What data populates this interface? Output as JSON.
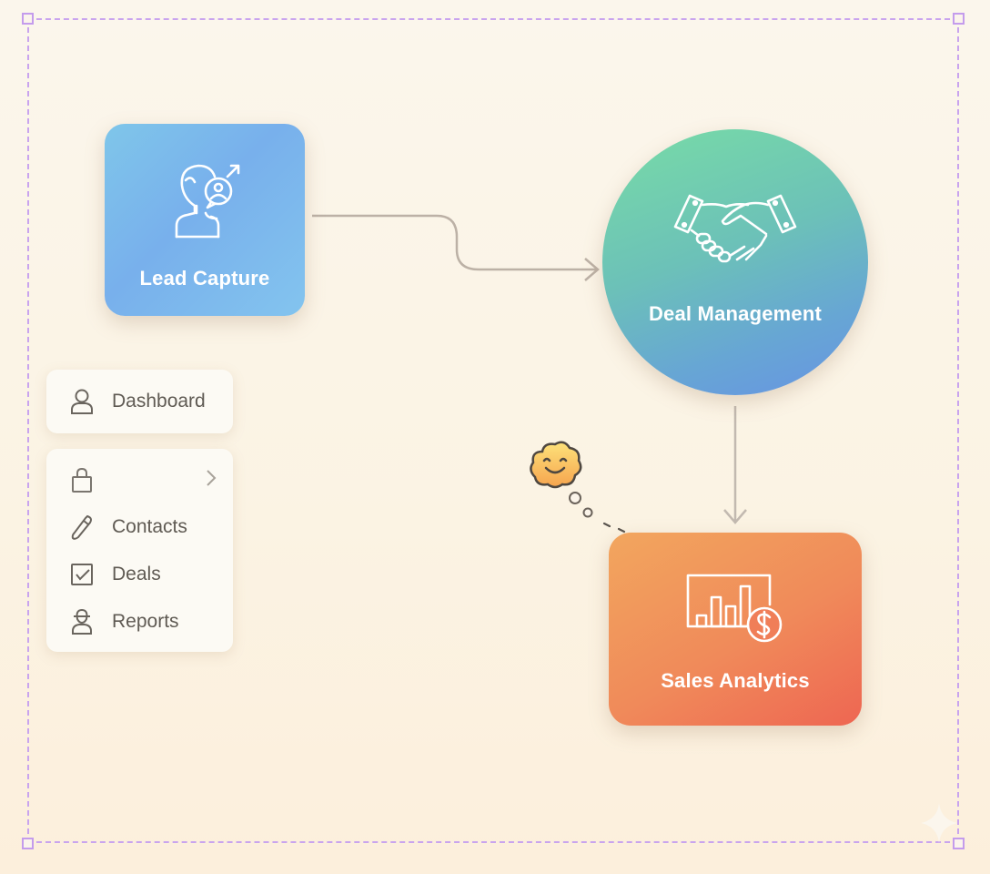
{
  "diagram": {
    "nodes": [
      {
        "id": "lead",
        "label": "Lead Capture",
        "icon": "lead-user-arrow-icon",
        "color_start": "#7fc6ea",
        "color_end": "#78b0ec"
      },
      {
        "id": "deal",
        "label": "Deal Management",
        "icon": "handshake-icon",
        "color_start": "#78dca6",
        "color_end": "#6793e4"
      },
      {
        "id": "sales",
        "label": "Sales Analytics",
        "icon": "chart-dollar-icon",
        "color_start": "#f2a65e",
        "color_end": "#ee6652"
      }
    ],
    "edges": [
      {
        "from": "lead",
        "to": "deal"
      },
      {
        "from": "deal",
        "to": "sales"
      }
    ]
  },
  "sidebar": {
    "top_item": {
      "label": "Dashboard",
      "icon": "user-icon"
    },
    "menu": [
      {
        "label": "",
        "icon": "shopping-bag-icon",
        "has_chevron": true
      },
      {
        "label": "Contacts",
        "icon": "pen-icon"
      },
      {
        "label": "Deals",
        "icon": "checkbox-icon"
      },
      {
        "label": "Reports",
        "icon": "person-icon"
      }
    ]
  },
  "colors": {
    "frame_border": "#c9a4ee",
    "connector": "#b9aea3",
    "menu_text": "#5f5a53"
  }
}
